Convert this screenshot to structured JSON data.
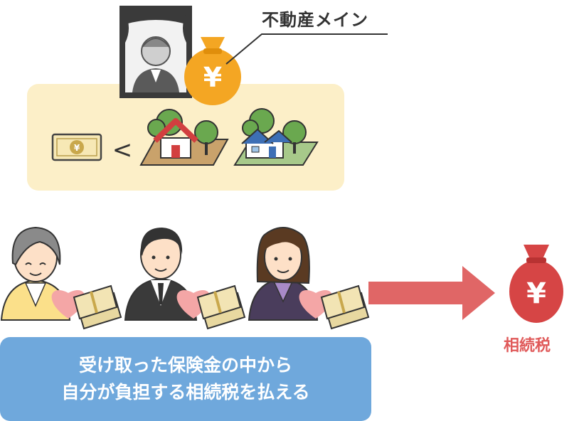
{
  "header": {
    "main_label": "不動産メイン"
  },
  "comparison": {
    "operator": "<"
  },
  "icons": {
    "money_bag_top": "yen-money-bag-icon",
    "money_bag_right": "yen-money-bag-icon",
    "yen_symbol": "¥",
    "banknote": "yen-banknote-icon",
    "house_red": "red-roof-house-icon",
    "house_blue": "blue-roof-house-icon",
    "heart": "heart-icon",
    "cash_stack": "cash-stack-icon",
    "arrow": "right-arrow-icon"
  },
  "people": [
    {
      "name": "elderly-woman"
    },
    {
      "name": "man-in-suit"
    },
    {
      "name": "young-woman"
    }
  ],
  "caption": {
    "line1": "受け取った保険金の中から",
    "line2": "自分が負担する相続税を払える"
  },
  "tax": {
    "label": "相続税"
  },
  "colors": {
    "property_panel": "#fcefc8",
    "caption_box": "#6fa8dc",
    "arrow": "#e06666",
    "tax_bag": "#d64545",
    "gold_bag": "#f4a623",
    "heart": "#f4a6a6"
  }
}
